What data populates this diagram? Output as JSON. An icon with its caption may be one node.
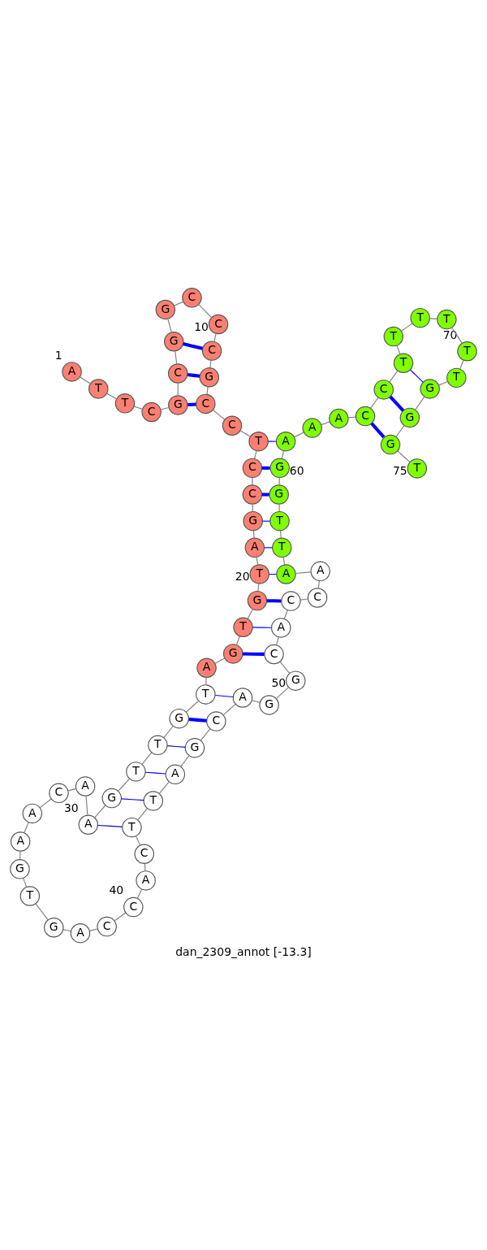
{
  "diagram": {
    "caption": "dan_2309_annot [-13.3]",
    "nodes": [
      {
        "text": [
          "A"
        ],
        "beside": [
          "1"
        ]
      },
      {
        "text": [
          "T"
        ]
      },
      {
        "text": [
          "T"
        ]
      },
      {
        "text": [
          "C"
        ]
      },
      {
        "text": [
          "G"
        ]
      },
      {
        "text": [
          "C"
        ]
      },
      {
        "text": [
          "G"
        ]
      },
      {
        "text": [
          "G"
        ]
      },
      {
        "text": [
          "C"
        ]
      },
      {
        "text": [
          "C"
        ],
        "beside": [
          "10"
        ]
      },
      {
        "text": [
          "C"
        ]
      },
      {
        "text": [
          "G"
        ]
      },
      {
        "text": [
          "C"
        ]
      },
      {
        "text": [
          "C"
        ]
      },
      {
        "text": [
          "T"
        ]
      },
      {
        "text": [
          "C"
        ]
      },
      {
        "text": [
          "C"
        ]
      },
      {
        "text": [
          "G"
        ]
      },
      {
        "text": [
          "A"
        ]
      },
      {
        "text": [
          "T"
        ],
        "beside": [
          "20"
        ]
      },
      {
        "text": [
          "G"
        ]
      },
      {
        "text": [
          "T"
        ]
      },
      {
        "text": [
          "G"
        ]
      },
      {
        "text": [
          "A"
        ]
      },
      {
        "text": [
          "T"
        ]
      },
      {
        "text": [
          "G"
        ]
      },
      {
        "text": [
          "T"
        ]
      },
      {
        "text": [
          "T"
        ]
      },
      {
        "text": [
          "G"
        ]
      },
      {
        "text": [
          "A"
        ],
        "beside": [
          "30"
        ]
      },
      {
        "text": [
          "A"
        ]
      },
      {
        "text": [
          "C"
        ]
      },
      {
        "text": [
          "A"
        ]
      },
      {
        "text": [
          "A"
        ]
      },
      {
        "text": [
          "G"
        ]
      },
      {
        "text": [
          "T"
        ]
      },
      {
        "text": [
          "G"
        ]
      },
      {
        "text": [
          "A"
        ]
      },
      {
        "text": [
          "C"
        ]
      },
      {
        "text": [
          "C"
        ],
        "beside": [
          "40"
        ]
      },
      {
        "text": [
          "A"
        ]
      },
      {
        "text": [
          "C"
        ]
      },
      {
        "text": [
          "T"
        ]
      },
      {
        "text": [
          "T"
        ]
      },
      {
        "text": [
          "A"
        ]
      },
      {
        "text": [
          "G"
        ]
      },
      {
        "text": [
          "C"
        ]
      },
      {
        "text": [
          "A"
        ]
      },
      {
        "text": [
          "G"
        ]
      },
      {
        "text": [
          "G"
        ],
        "beside": [
          "50"
        ]
      },
      {
        "text": [
          "C"
        ]
      },
      {
        "text": [
          "A"
        ]
      },
      {
        "text": [
          "C"
        ]
      },
      {
        "text": [
          "C"
        ]
      },
      {
        "text": [
          "A"
        ]
      },
      {
        "text": [
          "A"
        ]
      },
      {
        "text": [
          "T"
        ]
      },
      {
        "text": [
          "T"
        ]
      },
      {
        "text": [
          "G"
        ]
      },
      {
        "text": [
          "G"
        ],
        "beside": [
          "60"
        ]
      },
      {
        "text": [
          "A"
        ]
      },
      {
        "text": [
          "A"
        ]
      },
      {
        "text": [
          "A"
        ]
      },
      {
        "text": [
          "C"
        ]
      },
      {
        "text": [
          "C"
        ]
      },
      {
        "text": [
          "T"
        ]
      },
      {
        "text": [
          "T"
        ]
      },
      {
        "text": [
          "T"
        ]
      },
      {
        "text": [
          "T"
        ]
      },
      {
        "text": [
          "T"
        ],
        "beside": [
          "70"
        ]
      },
      {
        "text": [
          "T"
        ]
      },
      {
        "text": [
          "G"
        ]
      },
      {
        "text": [
          "G"
        ]
      },
      {
        "text": [
          "G"
        ]
      },
      {
        "text": [
          "T"
        ],
        "beside": [
          "75"
        ]
      }
    ],
    "edges": [
      {
        "from": 0,
        "to": 1,
        "arrow": "none"
      },
      {
        "from": 1,
        "to": 2,
        "arrow": "none"
      },
      {
        "from": 2,
        "to": 3,
        "arrow": "none"
      },
      {
        "from": 3,
        "to": 4,
        "arrow": "none"
      },
      {
        "from": 4,
        "to": 5,
        "arrow": "none"
      },
      {
        "from": 5,
        "to": 6,
        "arrow": "none"
      },
      {
        "from": 6,
        "to": 7,
        "arrow": "none"
      },
      {
        "from": 7,
        "to": 8,
        "arrow": "none"
      },
      {
        "from": 8,
        "to": 9,
        "arrow": "none"
      },
      {
        "from": 9,
        "to": 10,
        "arrow": "none"
      },
      {
        "from": 10,
        "to": 11,
        "arrow": "none"
      },
      {
        "from": 11,
        "to": 12,
        "arrow": "none"
      },
      {
        "from": 12,
        "to": 13,
        "arrow": "none"
      },
      {
        "from": 13,
        "to": 14,
        "arrow": "none"
      },
      {
        "from": 14,
        "to": 15,
        "arrow": "none"
      },
      {
        "from": 15,
        "to": 16,
        "arrow": "none"
      },
      {
        "from": 16,
        "to": 17,
        "arrow": "none"
      },
      {
        "from": 17,
        "to": 18,
        "arrow": "none"
      },
      {
        "from": 18,
        "to": 19,
        "arrow": "none"
      },
      {
        "from": 19,
        "to": 20,
        "arrow": "none"
      },
      {
        "from": 20,
        "to": 21,
        "arrow": "none"
      },
      {
        "from": 21,
        "to": 22,
        "arrow": "none"
      },
      {
        "from": 22,
        "to": 23,
        "arrow": "none"
      },
      {
        "from": 23,
        "to": 24,
        "arrow": "none"
      },
      {
        "from": 24,
        "to": 25,
        "arrow": "none"
      },
      {
        "from": 25,
        "to": 26,
        "arrow": "none"
      },
      {
        "from": 26,
        "to": 27,
        "arrow": "none"
      },
      {
        "from": 27,
        "to": 28,
        "arrow": "none"
      },
      {
        "from": 28,
        "to": 29,
        "arrow": "none"
      },
      {
        "from": 29,
        "to": 30,
        "arrow": "none"
      },
      {
        "from": 30,
        "to": 31,
        "arrow": "none"
      },
      {
        "from": 31,
        "to": 32,
        "arrow": "none"
      },
      {
        "from": 32,
        "to": 33,
        "arrow": "none"
      },
      {
        "from": 33,
        "to": 34,
        "arrow": "none"
      },
      {
        "from": 34,
        "to": 35,
        "arrow": "none"
      },
      {
        "from": 35,
        "to": 36,
        "arrow": "none"
      },
      {
        "from": 36,
        "to": 37,
        "arrow": "none"
      },
      {
        "from": 37,
        "to": 38,
        "arrow": "none"
      },
      {
        "from": 38,
        "to": 39,
        "arrow": "none"
      },
      {
        "from": 39,
        "to": 40,
        "arrow": "none"
      },
      {
        "from": 40,
        "to": 41,
        "arrow": "none"
      },
      {
        "from": 41,
        "to": 42,
        "arrow": "none"
      },
      {
        "from": 42,
        "to": 43,
        "arrow": "none"
      },
      {
        "from": 43,
        "to": 44,
        "arrow": "none"
      },
      {
        "from": 44,
        "to": 45,
        "arrow": "none"
      },
      {
        "from": 45,
        "to": 46,
        "arrow": "none"
      },
      {
        "from": 46,
        "to": 47,
        "arrow": "none"
      },
      {
        "from": 47,
        "to": 48,
        "arrow": "none"
      },
      {
        "from": 48,
        "to": 49,
        "arrow": "none"
      },
      {
        "from": 49,
        "to": 50,
        "arrow": "none"
      },
      {
        "from": 50,
        "to": 51,
        "arrow": "none"
      },
      {
        "from": 51,
        "to": 52,
        "arrow": "none"
      },
      {
        "from": 52,
        "to": 53,
        "arrow": "none"
      },
      {
        "from": 53,
        "to": 54,
        "arrow": "none"
      },
      {
        "from": 54,
        "to": 55,
        "arrow": "none"
      },
      {
        "from": 55,
        "to": 56,
        "arrow": "none"
      },
      {
        "from": 56,
        "to": 57,
        "arrow": "none"
      },
      {
        "from": 57,
        "to": 58,
        "arrow": "none"
      },
      {
        "from": 58,
        "to": 59,
        "arrow": "none"
      },
      {
        "from": 59,
        "to": 60,
        "arrow": "none"
      },
      {
        "from": 60,
        "to": 61,
        "arrow": "none"
      },
      {
        "from": 61,
        "to": 62,
        "arrow": "none"
      },
      {
        "from": 62,
        "to": 63,
        "arrow": "none"
      },
      {
        "from": 63,
        "to": 64,
        "arrow": "none"
      },
      {
        "from": 64,
        "to": 65,
        "arrow": "none"
      },
      {
        "from": 65,
        "to": 66,
        "arrow": "none"
      },
      {
        "from": 66,
        "to": 67,
        "arrow": "none"
      },
      {
        "from": 67,
        "to": 68,
        "arrow": "none"
      },
      {
        "from": 68,
        "to": 69,
        "arrow": "none"
      },
      {
        "from": 69,
        "to": 70,
        "arrow": "none"
      },
      {
        "from": 70,
        "to": 71,
        "arrow": "none"
      },
      {
        "from": 71,
        "to": 72,
        "arrow": "none"
      },
      {
        "from": 72,
        "to": 73,
        "arrow": "none"
      },
      {
        "from": 73,
        "to": 74,
        "arrow": "none"
      },
      {
        "from": 4,
        "to": 12,
        "arrow": "none",
        "style": "thick",
        "color": "#0000ff"
      },
      {
        "from": 5,
        "to": 11,
        "arrow": "none",
        "style": "thick",
        "color": "#0000ff"
      },
      {
        "from": 6,
        "to": 10,
        "arrow": "none",
        "style": "thick",
        "color": "#0000ff"
      },
      {
        "from": 14,
        "to": 60,
        "arrow": "none",
        "color": "#0000ff"
      },
      {
        "from": 15,
        "to": 59,
        "arrow": "none",
        "style": "thick",
        "color": "#0000ff"
      },
      {
        "from": 16,
        "to": 58,
        "arrow": "none",
        "style": "thick",
        "color": "#0000ff"
      },
      {
        "from": 17,
        "to": 57,
        "arrow": "none",
        "color": "#0000ff"
      },
      {
        "from": 18,
        "to": 56,
        "arrow": "none",
        "color": "#0000ff"
      },
      {
        "from": 19,
        "to": 55,
        "arrow": "none",
        "color": "#0000ff"
      },
      {
        "from": 20,
        "to": 52,
        "arrow": "none",
        "style": "thick",
        "color": "#0000ff"
      },
      {
        "from": 21,
        "to": 51,
        "arrow": "none",
        "color": "#0000ff"
      },
      {
        "from": 22,
        "to": 50,
        "arrow": "none",
        "style": "thick",
        "color": "#0000ff"
      },
      {
        "from": 24,
        "to": 47,
        "arrow": "none",
        "color": "#0000ff"
      },
      {
        "from": 25,
        "to": 46,
        "arrow": "none",
        "style": "thick",
        "color": "#0000ff"
      },
      {
        "from": 26,
        "to": 45,
        "arrow": "none",
        "color": "#0000ff"
      },
      {
        "from": 27,
        "to": 44,
        "arrow": "none",
        "color": "#0000ff"
      },
      {
        "from": 28,
        "to": 43,
        "arrow": "none",
        "color": "#0000ff"
      },
      {
        "from": 29,
        "to": 42,
        "arrow": "none",
        "color": "#0000ff"
      },
      {
        "from": 63,
        "to": 73,
        "arrow": "none",
        "style": "thick",
        "color": "#0000ff"
      },
      {
        "from": 64,
        "to": 72,
        "arrow": "none",
        "style": "thick",
        "color": "#0000ff"
      },
      {
        "from": 65,
        "to": 71,
        "arrow": "none",
        "color": "#0000ff"
      }
    ]
  }
}
